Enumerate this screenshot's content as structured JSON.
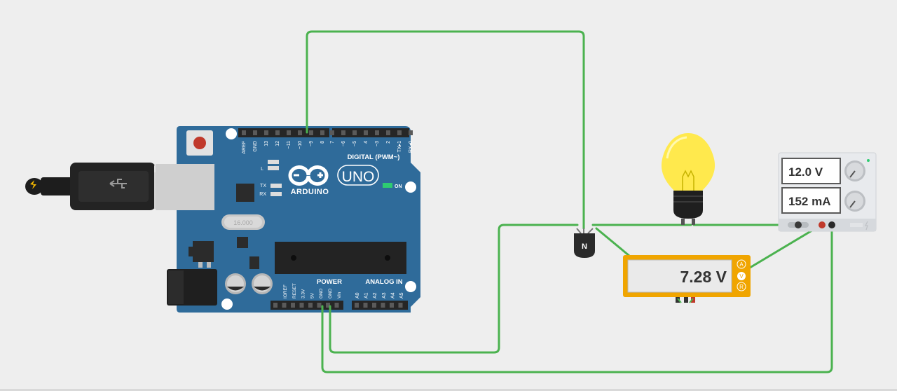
{
  "arduino": {
    "brand": "ARDUINO",
    "model": "UNO",
    "digital_label": "DIGITAL (PWM~)",
    "digital_pins": [
      "AREF",
      "GND",
      "13",
      "12",
      "~11",
      "~10",
      "~9",
      "8",
      "7",
      "~6",
      "~5",
      "4",
      "~3",
      "2",
      "TX▸1",
      "RX◂0"
    ],
    "power_label": "POWER",
    "power_pins": [
      "IOREF",
      "RESET",
      "3.3V",
      "5V",
      "GND",
      "GND",
      "Vin"
    ],
    "analog_label": "ANALOG IN",
    "analog_pins": [
      "A0",
      "A1",
      "A2",
      "A3",
      "A4",
      "A5"
    ],
    "led_l": "L",
    "led_tx": "TX",
    "led_rx": "RX",
    "led_on": "ON",
    "crystal": "16.000"
  },
  "transistor": {
    "label": "N"
  },
  "multimeter": {
    "reading": "7.28 V",
    "modes": [
      "A",
      "V",
      "R"
    ]
  },
  "power_supply": {
    "voltage": "12.0 V",
    "current": "152 mA"
  },
  "colors": {
    "wire": "#4bb24f",
    "board": "#2f6b9a",
    "multimeter_frame": "#f0a500",
    "supply_body": "#e8eaed"
  }
}
